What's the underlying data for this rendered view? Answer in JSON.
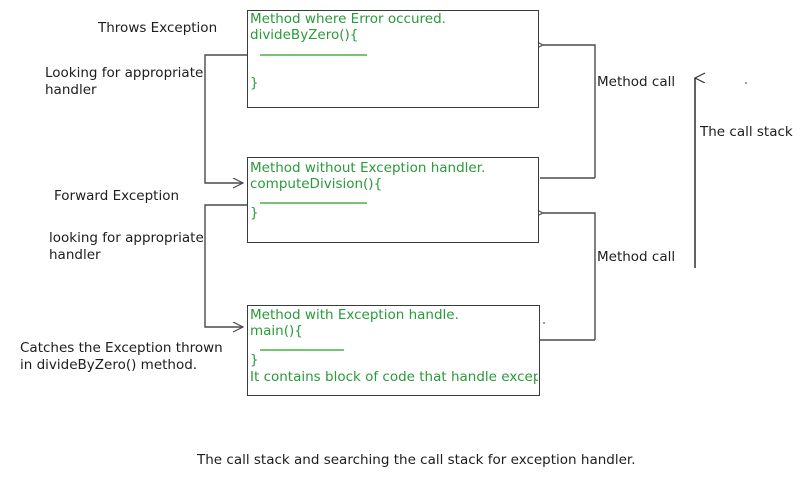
{
  "diagram": {
    "caption": "The call stack and searching the call stack for exception handler.",
    "colors": {
      "code_green": "#2a9a3a",
      "rule_green": "#77c477",
      "box_border": "#3b3b3b",
      "connector": "#4a4a4a",
      "text": "#1d1d1d",
      "background": "#ffffff"
    },
    "boxes": [
      {
        "id": "box-divide-by-zero",
        "lines": [
          "Method where Error occured.",
          "divideByZero(){",
          "}"
        ],
        "title": "Method where Error occured.",
        "signature": "divideByZero(){",
        "closing": "}",
        "extra": ""
      },
      {
        "id": "box-compute-division",
        "lines": [
          "Method without Exception handler.",
          "computeDivision(){",
          "}"
        ],
        "title": "Method without Exception handler.",
        "signature": "computeDivision(){",
        "closing": "}",
        "extra": ""
      },
      {
        "id": "box-main",
        "lines": [
          "Method with Exception handle.",
          "main(){",
          "}",
          "It contains block of code that handle except"
        ],
        "title": "Method with Exception handle.",
        "signature": "main(){",
        "closing": "}",
        "extra": "It contains block of code that handle except"
      }
    ],
    "left_labels": [
      {
        "id": "throws-exception",
        "text": "Throws Exception"
      },
      {
        "id": "looking-handler-1",
        "text": "Looking for appropriate\nhandler"
      },
      {
        "id": "forward-exception",
        "text": "Forward Exception"
      },
      {
        "id": "looking-handler-2",
        "text": "looking for appropriate\nhandler"
      },
      {
        "id": "catches-exception",
        "text": "Catches the Exception thrown\nin divideByZero() method."
      }
    ],
    "right_labels": [
      {
        "id": "method-call-1",
        "text": "Method call"
      },
      {
        "id": "method-call-2",
        "text": "Method call"
      },
      {
        "id": "call-stack",
        "text": "The call stack"
      }
    ]
  }
}
